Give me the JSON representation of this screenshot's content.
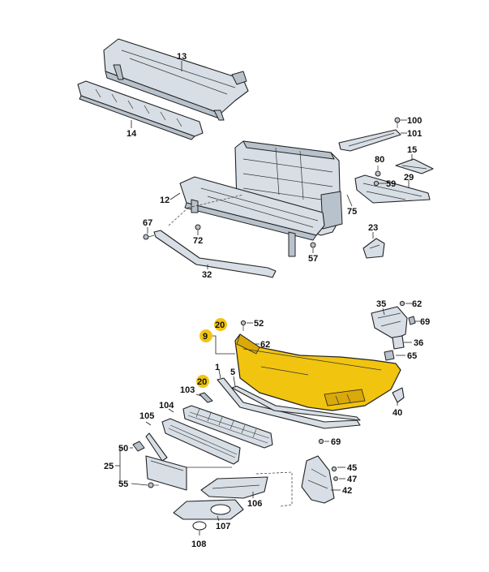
{
  "diagram": {
    "labels": {
      "p13": "13",
      "p14": "14",
      "p100": "100",
      "p101": "101",
      "p80": "80",
      "p15": "15",
      "p29": "29",
      "p59": "59",
      "p75": "75",
      "p12": "12",
      "p67": "67",
      "p72": "72",
      "p23": "23",
      "p57": "57",
      "p32": "32",
      "p35": "35",
      "p62a": "62",
      "p69a": "69",
      "p36": "36",
      "p65": "65",
      "p52": "52",
      "p62b": "62",
      "p20a": "20",
      "p9": "9",
      "p1": "1",
      "p5": "5",
      "p20b": "20",
      "p103": "103",
      "p104": "104",
      "p105": "105",
      "p40": "40",
      "p69b": "69",
      "p50": "50",
      "p25": "25",
      "p55": "55",
      "p45": "45",
      "p47": "47",
      "p42": "42",
      "p106": "106",
      "p107": "107",
      "p108": "108"
    },
    "colors": {
      "highlight": "#f1c40f",
      "bumper": "#f1c40f",
      "part_fill": "#d7dee5",
      "outline": "#222222"
    }
  }
}
